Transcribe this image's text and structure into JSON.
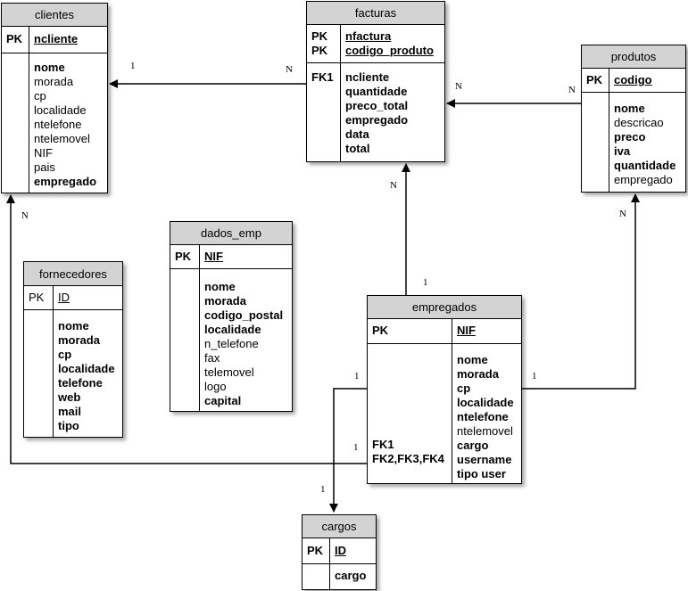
{
  "entities": {
    "clientes": {
      "title": "clientes",
      "pk_key": "PK",
      "pk_field": "ncliente",
      "fields": [
        {
          "name": "nome",
          "bold": true
        },
        {
          "name": "morada",
          "bold": false
        },
        {
          "name": "cp",
          "bold": false
        },
        {
          "name": "localidade",
          "bold": false
        },
        {
          "name": "ntelefone",
          "bold": false
        },
        {
          "name": "ntelemovel",
          "bold": false
        },
        {
          "name": "NIF",
          "bold": false
        },
        {
          "name": "pais",
          "bold": false
        },
        {
          "name": "empregado",
          "bold": true
        }
      ]
    },
    "facturas": {
      "title": "facturas",
      "pk_keys": [
        "PK",
        "PK"
      ],
      "pk_fields": [
        "nfactura",
        "codigo_produto"
      ],
      "fk_key": "FK1",
      "fields": [
        {
          "name": "ncliente",
          "bold": true
        },
        {
          "name": "quantidade",
          "bold": true
        },
        {
          "name": "preco_total",
          "bold": true
        },
        {
          "name": "empregado",
          "bold": true
        },
        {
          "name": "data",
          "bold": true
        },
        {
          "name": "total",
          "bold": true
        }
      ]
    },
    "produtos": {
      "title": "produtos",
      "pk_key": "PK",
      "pk_field": "codigo",
      "fields": [
        {
          "name": "nome",
          "bold": true
        },
        {
          "name": "descricao",
          "bold": false
        },
        {
          "name": "preco",
          "bold": true
        },
        {
          "name": "iva",
          "bold": true
        },
        {
          "name": "quantidade",
          "bold": true
        },
        {
          "name": "empregado",
          "bold": false
        }
      ]
    },
    "dados_emp": {
      "title": "dados_emp",
      "pk_key": "PK",
      "pk_field": "NIF",
      "fields": [
        {
          "name": "nome",
          "bold": true
        },
        {
          "name": "morada",
          "bold": true
        },
        {
          "name": "codigo_postal",
          "bold": true
        },
        {
          "name": "localidade",
          "bold": true
        },
        {
          "name": "n_telefone",
          "bold": false
        },
        {
          "name": "fax",
          "bold": false
        },
        {
          "name": "telemovel",
          "bold": false
        },
        {
          "name": "logo",
          "bold": false
        },
        {
          "name": "capital",
          "bold": true
        }
      ]
    },
    "fornecedores": {
      "title": "fornecedores",
      "pk_key": "PK",
      "pk_field": "ID",
      "fields": [
        {
          "name": "nome",
          "bold": true
        },
        {
          "name": "morada",
          "bold": true
        },
        {
          "name": "cp",
          "bold": true
        },
        {
          "name": "localidade",
          "bold": true
        },
        {
          "name": "telefone",
          "bold": true
        },
        {
          "name": "web",
          "bold": true
        },
        {
          "name": "mail",
          "bold": true
        },
        {
          "name": "tipo",
          "bold": true
        }
      ]
    },
    "empregados": {
      "title": "empregados",
      "pk_key": "PK",
      "pk_field": "NIF",
      "fk_keys": [
        "FK1",
        "FK2,FK3,FK4"
      ],
      "fields": [
        {
          "name": "nome",
          "bold": true
        },
        {
          "name": "morada",
          "bold": true
        },
        {
          "name": "cp",
          "bold": true
        },
        {
          "name": "localidade",
          "bold": true
        },
        {
          "name": "ntelefone",
          "bold": true
        },
        {
          "name": "ntelemovel",
          "bold": false
        },
        {
          "name": "cargo",
          "bold": true
        },
        {
          "name": "username",
          "bold": true
        },
        {
          "name": "tipo user",
          "bold": true
        }
      ]
    },
    "cargos": {
      "title": "cargos",
      "pk_key": "PK",
      "pk_field": "ID",
      "fields": [
        {
          "name": "cargo",
          "bold": true
        }
      ]
    }
  },
  "cardinalities": {
    "facturas_clientes_one": "1",
    "facturas_clientes_many": "N",
    "produtos_facturas_many_left": "N",
    "produtos_facturas_many_right": "N",
    "facturas_empregados_many": "N",
    "facturas_empregados_one": "1",
    "clientes_empregados_many": "N",
    "produtos_empregados_many": "N",
    "empregados_produtos_one": "1",
    "empregados_cargos_left_one": "1",
    "empregados_clientes_one": "1",
    "cargos_one": "1"
  }
}
